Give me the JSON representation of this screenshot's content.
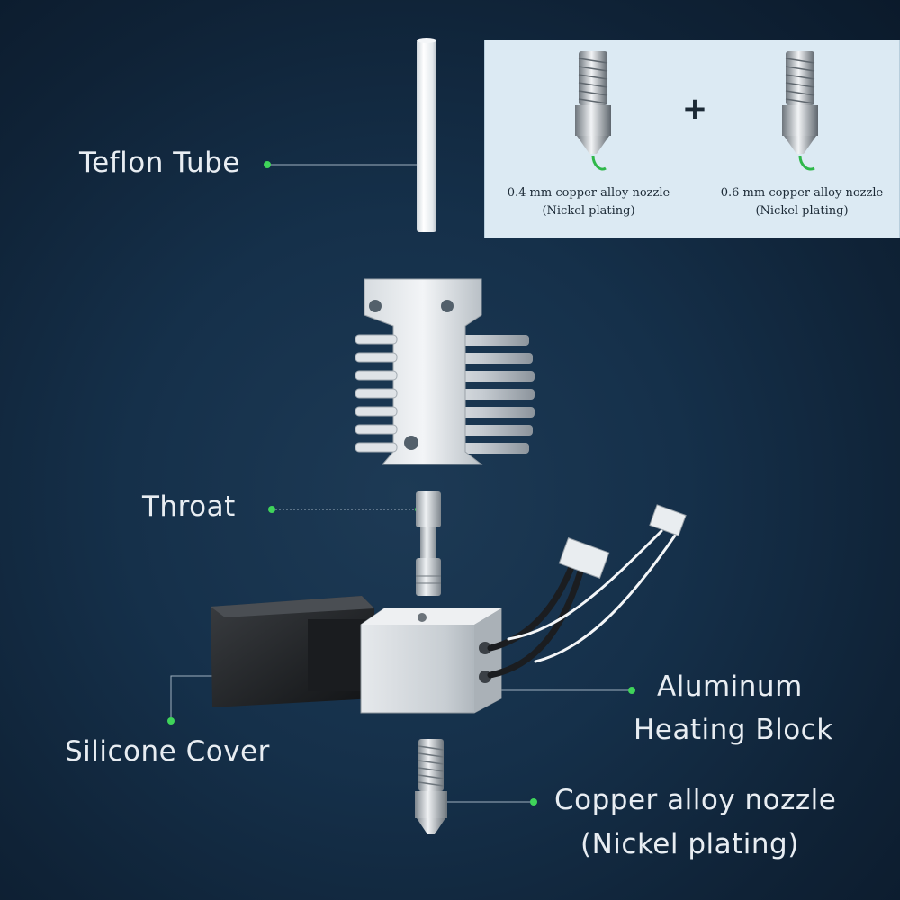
{
  "labels": {
    "teflon_tube": "Teflon Tube",
    "throat": "Throat",
    "heating_block_line1": "Aluminum",
    "heating_block_line2": "Heating Block",
    "silicone_cover": "Silicone Cover",
    "nozzle_line1": "Copper alloy nozzle",
    "nozzle_line2": "(Nickel plating)"
  },
  "inset": {
    "plus": "+",
    "nozzle_a_line1": "0.4 mm copper alloy nozzle",
    "nozzle_a_line2": "(Nickel plating)",
    "nozzle_b_line1": "0.6 mm copper alloy nozzle",
    "nozzle_b_line2": "(Nickel plating)"
  },
  "colors": {
    "accent_green": "#3fd45a",
    "label_text": "#e8edf2",
    "leader_line": "#9fb0bf",
    "filament_green": "#2fb84a"
  }
}
